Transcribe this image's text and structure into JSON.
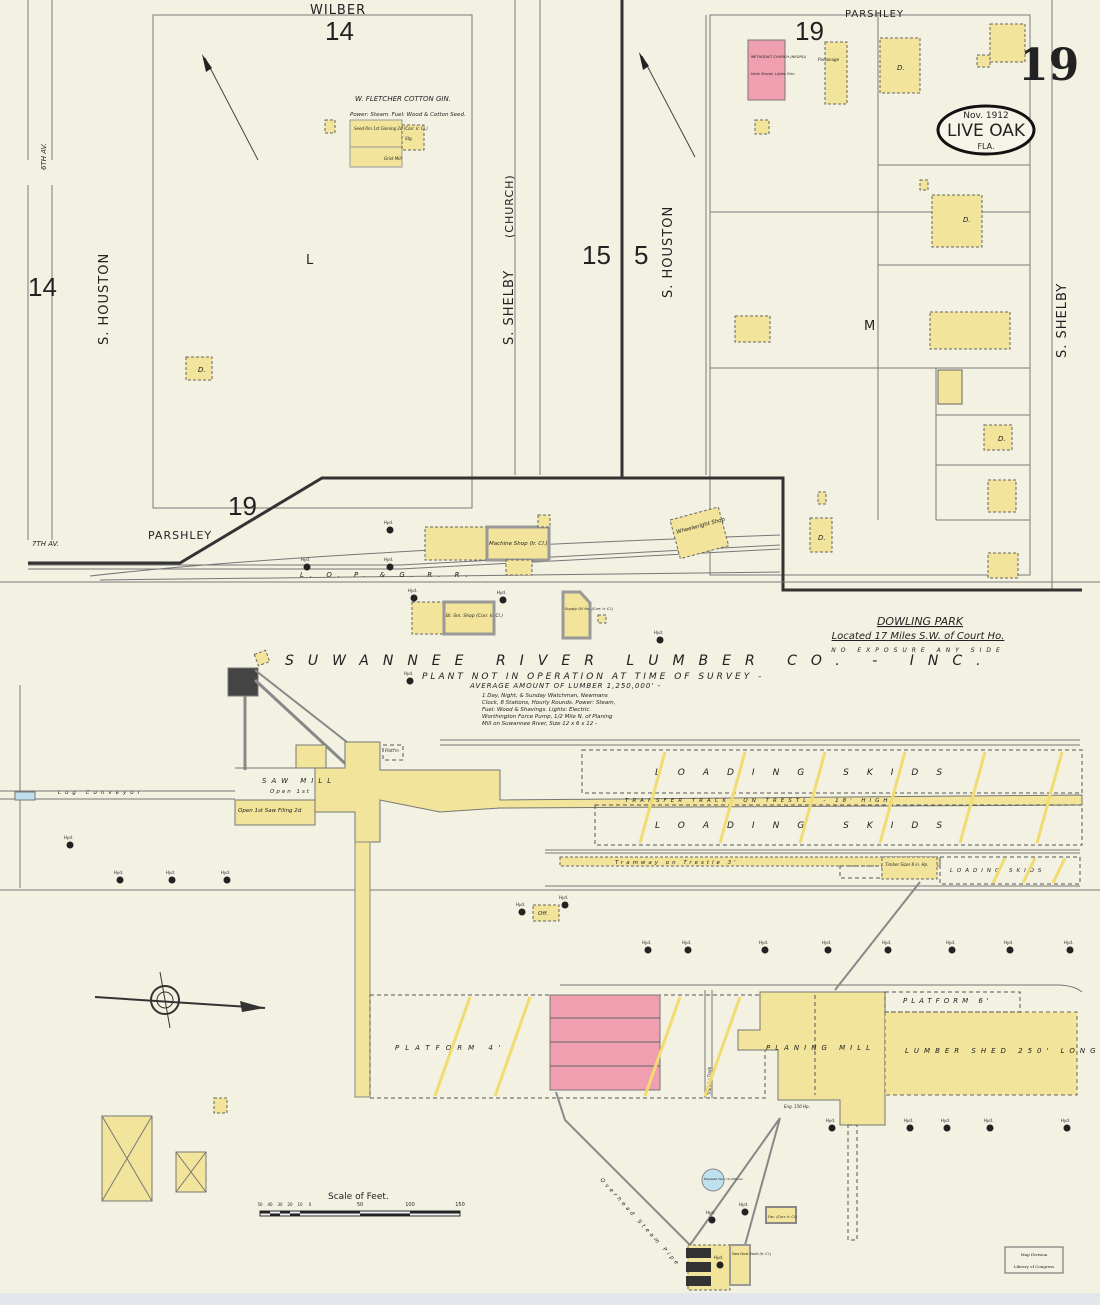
{
  "sheet_number": "19",
  "cartouche": {
    "date": "Nov. 1912",
    "city": "LIVE OAK",
    "state": "FLA."
  },
  "streets": {
    "wilber": "WILBER",
    "parshley_top": "PARSHLEY",
    "parshley_left": "PARSHLEY",
    "s_houston_left": "S. HOUSTON",
    "s_houston_right": "S. HOUSTON",
    "s_shelby_center": "S. SHELBY",
    "church_alias": "(CHURCH)",
    "s_shelby_right": "S. SHELBY",
    "seventh_av": "7TH AV.",
    "sixth_av": "6TH AV.",
    "railroad": "L. O. P. & G. R. R."
  },
  "block_numbers": {
    "top_left": "14",
    "far_left": "14",
    "center_a": "15",
    "center_b": "5",
    "top_right": "19",
    "bottom_left": "19"
  },
  "block_letters": {
    "left": "L",
    "right": "M"
  },
  "buildings": {
    "cotton_gin_title": "W. FLETCHER COTTON GIN.",
    "cotton_gin_notes": "Power: Steam. Fuel: Wood & Cotton Seed.",
    "seed_room": "Seed Rm 1st Ginning 2d (Corr. Ir. Cl.)",
    "grist_mill": "Grist Mill",
    "storage": "Stg.",
    "church_title": "METHODIST CHURCH (NEGRO)",
    "church_notes": "Heat: Stoves. Lights: Elec.",
    "parsonage": "Parsonage",
    "dwelling": "D.",
    "machine_shop": "Machine Shop (Ir. Cl.)",
    "wheelwright_shop": "Wheelwright Shop",
    "bl_sm_shop": "Bl. Sm. Shop (Corr. Ir. Cl.)",
    "supply_oil": "Supply Oil Ho. (Corr. Ir. Cl.)",
    "saw_mill": "SAW MILL",
    "saw_mill_open": "Open 1st",
    "saw_filing": "Open 1st Saw Filing 2d",
    "platform": "Platf'm",
    "log_conveyor": "Log Conveyor",
    "loading_skids": "LOADING SKIDS",
    "transfer_trestle": "TRANSFER TRACKS ON TRESTLE - 18' HIGH",
    "tramway_trestle": "Tramway on Trestle 3'",
    "timber_sizer": "Timber Sizer 8 in. Hp.",
    "platform_4": "PLATFORM 4'",
    "platform_6": "PLATFORM 6'",
    "planing_mill": "PLANING MILL",
    "lumber_shed": "LUMBER SHED 250' LONG",
    "office": "Off.",
    "transfer_track": "Transfer Track",
    "sawdust_vault": "Saw Dust Vault (Ir. Cl.)",
    "fac": "Fac. (Corr. Ir. Cl.)",
    "water_tank": "Elevated Tank 10,000 Gal.",
    "steam_pipe": "Overhead Steam Pipe",
    "engine": "Eng. 150 Hp."
  },
  "company": {
    "name": "SUWANNEE RIVER LUMBER CO. - INC.",
    "status": "PLANT NOT IN OPERATION AT TIME OF SURVEY -",
    "average": "AVERAGE AMOUNT OF LUMBER 1,250,000' -",
    "details": [
      "1 Day, Night, & Sunday Watchman, Newmans",
      "Clock, 8 Stations, Hourly Rounds. Power: Steam,",
      "Fuel: Wood & Shavings. Lights: Electric.",
      "Worthington Force Pump, 1/2 Mile N. of Planing",
      "Mill on Suwannee River, Size 12 x 6 x 12 -"
    ]
  },
  "location": {
    "name": "DOWLING PARK",
    "distance": "Located 17 Miles S.W. of Court Ho.",
    "exposure": "NO EXPOSURE ANY SIDE"
  },
  "hydrant_label": "Hyd.",
  "scale": {
    "label": "Scale of Feet.",
    "ticks": [
      "50",
      "40",
      "30",
      "20",
      "10",
      "0",
      "50",
      "100",
      "150"
    ]
  },
  "stamp": {
    "line1": "Map Division",
    "line2": "Library of Congress"
  },
  "colors": {
    "paper": "#f3f1e2",
    "frame_building": "#f2e49a",
    "brick_building": "#ef9fb0",
    "water_tank": "#bfe0ee",
    "lines": "#333333"
  }
}
